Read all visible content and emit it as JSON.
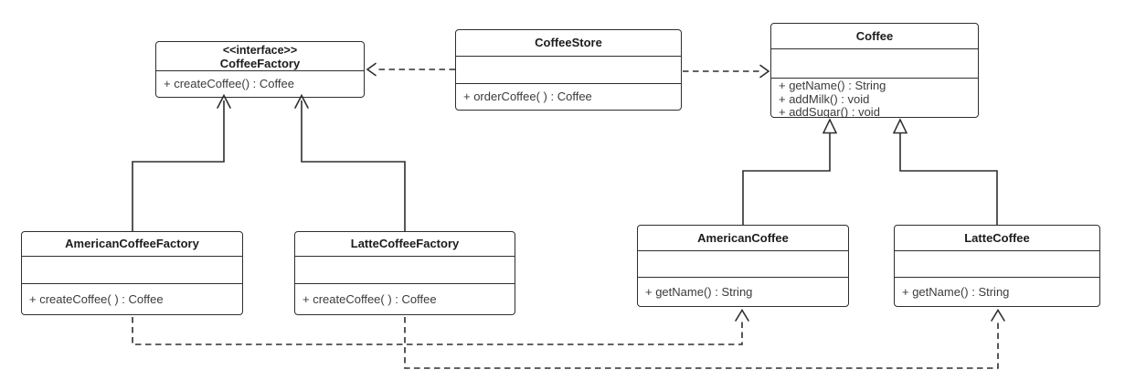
{
  "classes": {
    "coffee_factory": {
      "stereotype": "<<interface>>",
      "name": "CoffeeFactory",
      "methods": [
        "+ createCoffee() : Coffee"
      ]
    },
    "coffee_store": {
      "name": "CoffeeStore",
      "methods": [
        "+ orderCoffee( ) : Coffee"
      ]
    },
    "coffee": {
      "name": "Coffee",
      "methods": [
        "+ getName() : String",
        "+ addMilk() : void",
        "+ addSugar() : void"
      ]
    },
    "american_coffee_factory": {
      "name": "AmericanCoffeeFactory",
      "methods": [
        "+ createCoffee( ) : Coffee"
      ]
    },
    "latte_coffee_factory": {
      "name": "LatteCoffeeFactory",
      "methods": [
        "+ createCoffee( ) : Coffee"
      ]
    },
    "american_coffee": {
      "name": "AmericanCoffee",
      "methods": [
        "+ getName() : String"
      ]
    },
    "latte_coffee": {
      "name": "LatteCoffee",
      "methods": [
        "+ getName() : String"
      ]
    }
  },
  "relationships": [
    {
      "from": "CoffeeStore",
      "to": "CoffeeFactory",
      "type": "dependency",
      "line": "dashed",
      "arrow": "open"
    },
    {
      "from": "CoffeeStore",
      "to": "Coffee",
      "type": "dependency",
      "line": "dashed",
      "arrow": "open"
    },
    {
      "from": "AmericanCoffeeFactory",
      "to": "CoffeeFactory",
      "type": "realization",
      "line": "solid",
      "arrow": "open"
    },
    {
      "from": "LatteCoffeeFactory",
      "to": "CoffeeFactory",
      "type": "realization",
      "line": "solid",
      "arrow": "open"
    },
    {
      "from": "AmericanCoffee",
      "to": "Coffee",
      "type": "generalization",
      "line": "solid",
      "arrow": "hollow-triangle"
    },
    {
      "from": "LatteCoffee",
      "to": "Coffee",
      "type": "generalization",
      "line": "solid",
      "arrow": "hollow-triangle"
    },
    {
      "from": "AmericanCoffeeFactory",
      "to": "AmericanCoffee",
      "type": "dependency",
      "line": "dashed",
      "arrow": "open"
    },
    {
      "from": "LatteCoffeeFactory",
      "to": "LatteCoffee",
      "type": "dependency",
      "line": "dashed",
      "arrow": "open"
    }
  ],
  "colors": {
    "line": "#2e2e2e",
    "title_text": "#1c1c1c",
    "member_text": "#3b3b3b",
    "background": "#ffffff"
  }
}
